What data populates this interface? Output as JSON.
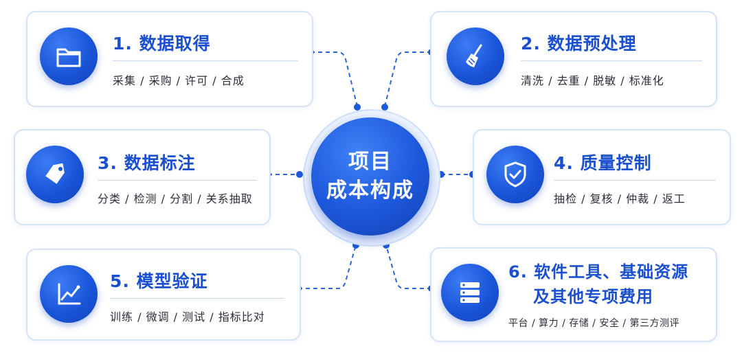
{
  "center": {
    "line1": "项目",
    "line2": "成本构成"
  },
  "cards": [
    {
      "title": "1. 数据取得",
      "items": "采集 / 采购 / 许可 / 合成",
      "icon": "folder-icon"
    },
    {
      "title": "2. 数据预处理",
      "items": "清洗 / 去重 / 脱敏 / 标准化",
      "icon": "broom-icon"
    },
    {
      "title": "3. 数据标注",
      "items": "分类 / 检测 / 分割 / 关系抽取",
      "icon": "tag-icon"
    },
    {
      "title": "4. 质量控制",
      "items": "抽检 / 复核 / 仲裁 / 返工",
      "icon": "shield-check-icon"
    },
    {
      "title": "5. 模型验证",
      "items": "训练 / 微调 / 测试 / 指标比对",
      "icon": "line-chart-icon"
    },
    {
      "title_line1": "6. 软件工具、基础资源",
      "title_line2": "及其他专项费用",
      "items": "平台 / 算力 / 存储 / 安全 / 第三方测评",
      "icon": "server-icon"
    }
  ],
  "colors": {
    "accent": "#1a4fd0",
    "card_border": "#d5e3f6",
    "connector": "#2b62d9"
  }
}
